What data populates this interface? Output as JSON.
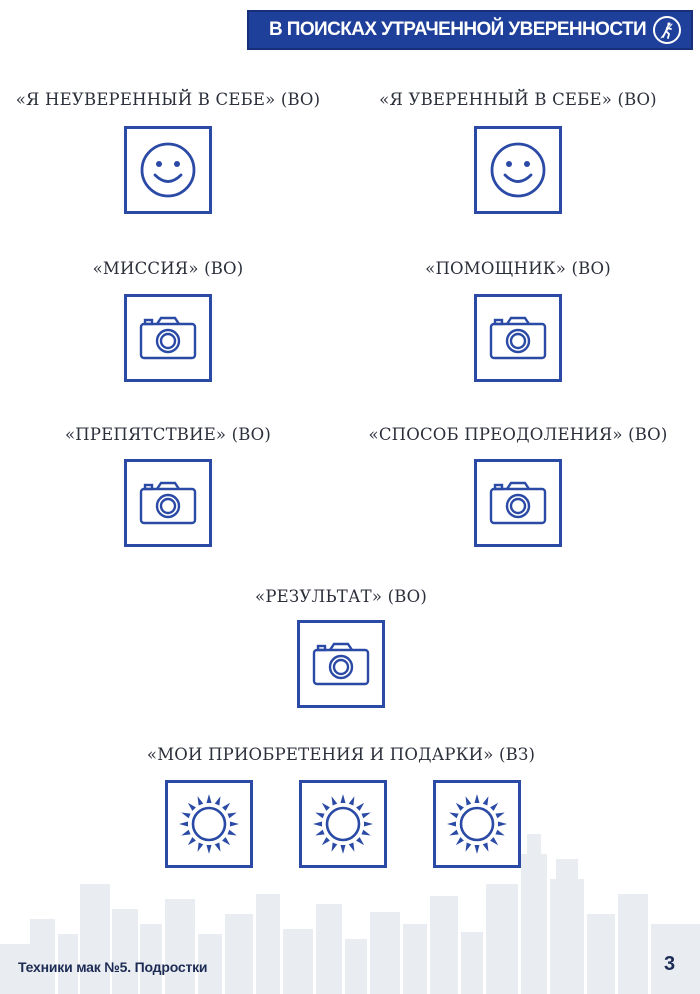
{
  "header": {
    "title": "В ПОИСКАХ УТРАЧЕННОЙ УВЕРЕННОСТИ",
    "logo_icon": "climber-icon"
  },
  "sections": [
    {
      "label": "«Я НЕУВЕРЕННЫЙ В СЕБЕ» (ВО)",
      "icon": "smiley-icon"
    },
    {
      "label": "«Я УВЕРЕННЫЙ В СЕБЕ» (ВО)",
      "icon": "smiley-icon"
    },
    {
      "label": "«МИССИЯ» (ВО)",
      "icon": "camera-icon"
    },
    {
      "label": "«ПОМОЩНИК» (ВО)",
      "icon": "camera-icon"
    },
    {
      "label": "«ПРЕПЯТСТВИЕ» (ВО)",
      "icon": "camera-icon"
    },
    {
      "label": "«СПОСОБ ПРЕОДОЛЕНИЯ» (ВО)",
      "icon": "camera-icon"
    },
    {
      "label": "«РЕЗУЛЬТАТ» (ВО)",
      "icon": "camera-icon"
    },
    {
      "label": "«МОИ ПРИОБРЕТЕНИЯ И ПОДАРКИ» (ВЗ)",
      "icon": "sun-icon"
    }
  ],
  "footer": {
    "title": "Техники мак №5. Подростки",
    "page_number": "3"
  },
  "colors": {
    "accent": "#1e3f9a",
    "icon": "#2a4aa6",
    "text": "#2b2f3a"
  }
}
